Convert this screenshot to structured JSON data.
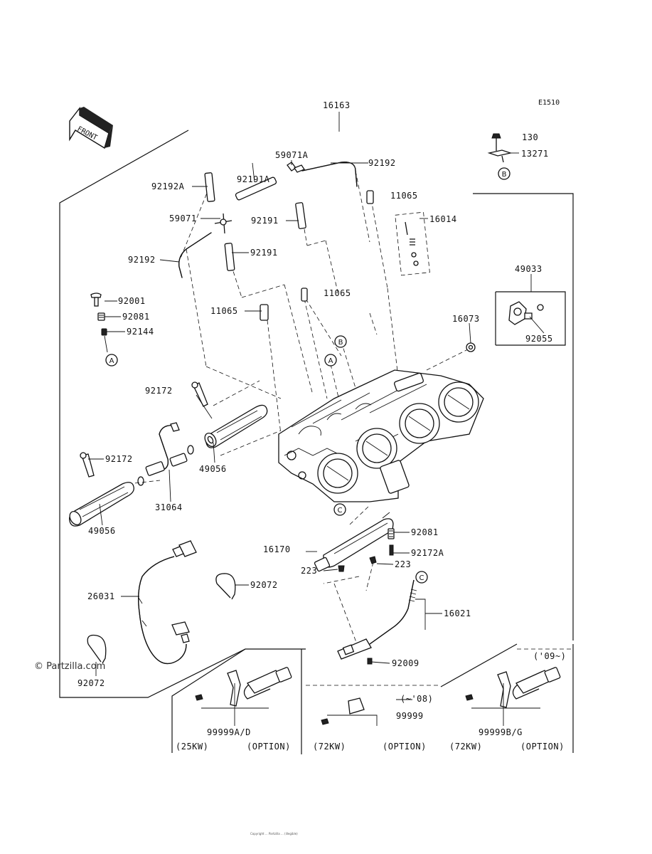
{
  "diagram": {
    "code": "E1510",
    "front_label": "FRONT",
    "watermark": "© Partzilla.com",
    "footer": "Copyright ... Partzilla ... (illegible)",
    "labels": {
      "p16163": "16163",
      "p130": "130",
      "p13271": "13271",
      "p59071A": "59071A",
      "p92192_top": "92192",
      "p92191A": "92191A",
      "p92192A": "92192A",
      "p11065_top": "11065",
      "p16014": "16014",
      "p59071": "59071",
      "p92191_a": "92191",
      "p92192_left": "92192",
      "p92191_b": "92191",
      "p49033": "49033",
      "p92001": "92001",
      "p92081_left": "92081",
      "p92144": "92144",
      "p11065_mid": "11065",
      "p11065_left": "11065",
      "p16073": "16073",
      "p92055": "92055",
      "p92172_top": "92172",
      "p92172_left": "92172",
      "p49056_right": "49056",
      "p31064": "31064",
      "p49056_left": "49056",
      "p92081_right": "92081",
      "p16170": "16170",
      "p92172A": "92172A",
      "p223_left": "223",
      "p223_right": "223",
      "p26031": "26031",
      "p92072_right": "92072",
      "p16021": "16021",
      "p92009": "92009",
      "p92072_left": "92072",
      "p99999AD": "99999A/D",
      "p99999": "99999",
      "p99999BG": "99999B/G",
      "p_until08": "(~'08)",
      "p_from09": "('09~)",
      "p_25kw": "(25KW)",
      "p_option1": "(OPTION)",
      "p_72kw_a": "(72KW)",
      "p_option2": "(OPTION)",
      "p_72kw_b": "(72KW)",
      "p_option3": "(OPTION)",
      "ref_A1": "A",
      "ref_A2": "A",
      "ref_B1": "B",
      "ref_B2": "B",
      "ref_C1": "C",
      "ref_C2": "C"
    }
  }
}
